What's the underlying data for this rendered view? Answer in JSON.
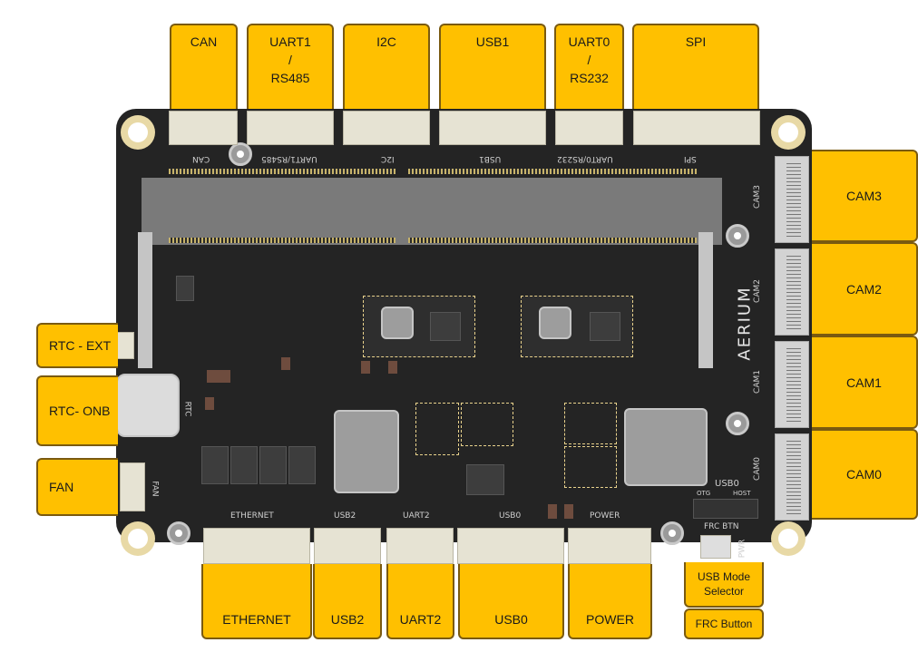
{
  "board": {
    "brand": "AERIUM",
    "silkscreen": {
      "top": [
        "CAN",
        "UART1/RS485",
        "I2C",
        "USB1",
        "UART0/RS232",
        "SPI"
      ],
      "bottom": [
        "ETHERNET",
        "USB2",
        "UART2",
        "USB0",
        "POWER"
      ],
      "cameras": [
        "CAM3",
        "CAM2",
        "CAM1",
        "CAM0"
      ],
      "left": [
        "RTC",
        "FAN"
      ],
      "switch": {
        "title": "USB0",
        "left": "OTG",
        "right": "HOST",
        "button": "FRC BTN",
        "pwr": "PWR"
      }
    }
  },
  "callouts": {
    "top": [
      {
        "lines": [
          "CAN"
        ]
      },
      {
        "lines": [
          "UART1",
          "/",
          "RS485"
        ]
      },
      {
        "lines": [
          "I2C"
        ]
      },
      {
        "lines": [
          "USB1"
        ]
      },
      {
        "lines": [
          "UART0",
          "/",
          "RS232"
        ]
      },
      {
        "lines": [
          "SPI"
        ]
      }
    ],
    "right": [
      "CAM3",
      "CAM2",
      "CAM1",
      "CAM0"
    ],
    "left": [
      "RTC - EXT",
      "RTC- ONB",
      "FAN"
    ],
    "bottom": [
      "ETHERNET",
      "USB2",
      "UART2",
      "USB0",
      "POWER"
    ],
    "switch": [
      "USB Mode Selector",
      "FRC Button"
    ]
  },
  "colors": {
    "callout_fill": "#ffc000",
    "callout_border": "#7a5a10",
    "board": "#242424",
    "connector": "#e6e3d3"
  }
}
